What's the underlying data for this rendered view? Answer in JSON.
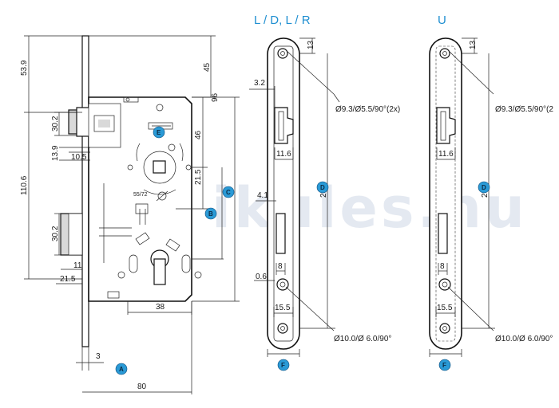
{
  "headers": {
    "ldlr": "L / D, L / R",
    "u": "U"
  },
  "watermark": "ikules.hu",
  "bubbles": {
    "a": "A",
    "b": "B",
    "c": "C",
    "d1": "D",
    "d2": "D",
    "e": "E",
    "f1": "F",
    "f2": "F"
  },
  "dims": {
    "d53_9": "53.9",
    "d110_6": "110.6",
    "d30_2_top": "30.2",
    "d13_9": "13.9",
    "d10_5": "10.5",
    "d30_2_bottom": "30.2",
    "d11": "11",
    "d21_5_bottom": "21.5",
    "d38": "38",
    "d3": "3",
    "d80": "80",
    "d45": "45",
    "d96": "96",
    "d46": "46",
    "d21_5_right": "21.5",
    "d55_72": "55/72",
    "l_13": "13",
    "l_3_2": "3.2",
    "l_11_6": "11.6",
    "l_4_1": "4.1",
    "l_209": "209",
    "l_8": "8",
    "l_0_6": "0.6",
    "l_15_5": "15.5",
    "l_hole_top": "Ø9.3/Ø5.5/90°(2x)",
    "l_hole_bottom": "Ø10.0/Ø 6.0/90°",
    "u_13": "13",
    "u_11_6": "11.6",
    "u_209": "209",
    "u_8": "8",
    "u_15_5": "15.5",
    "u_hole_top": "Ø9.3/Ø5.5/90°(2",
    "u_hole_bottom": "Ø10.0/Ø 6.0/90°"
  },
  "colors": {
    "accent": "#1f8fd1",
    "bubble": "#2a9ad6"
  }
}
